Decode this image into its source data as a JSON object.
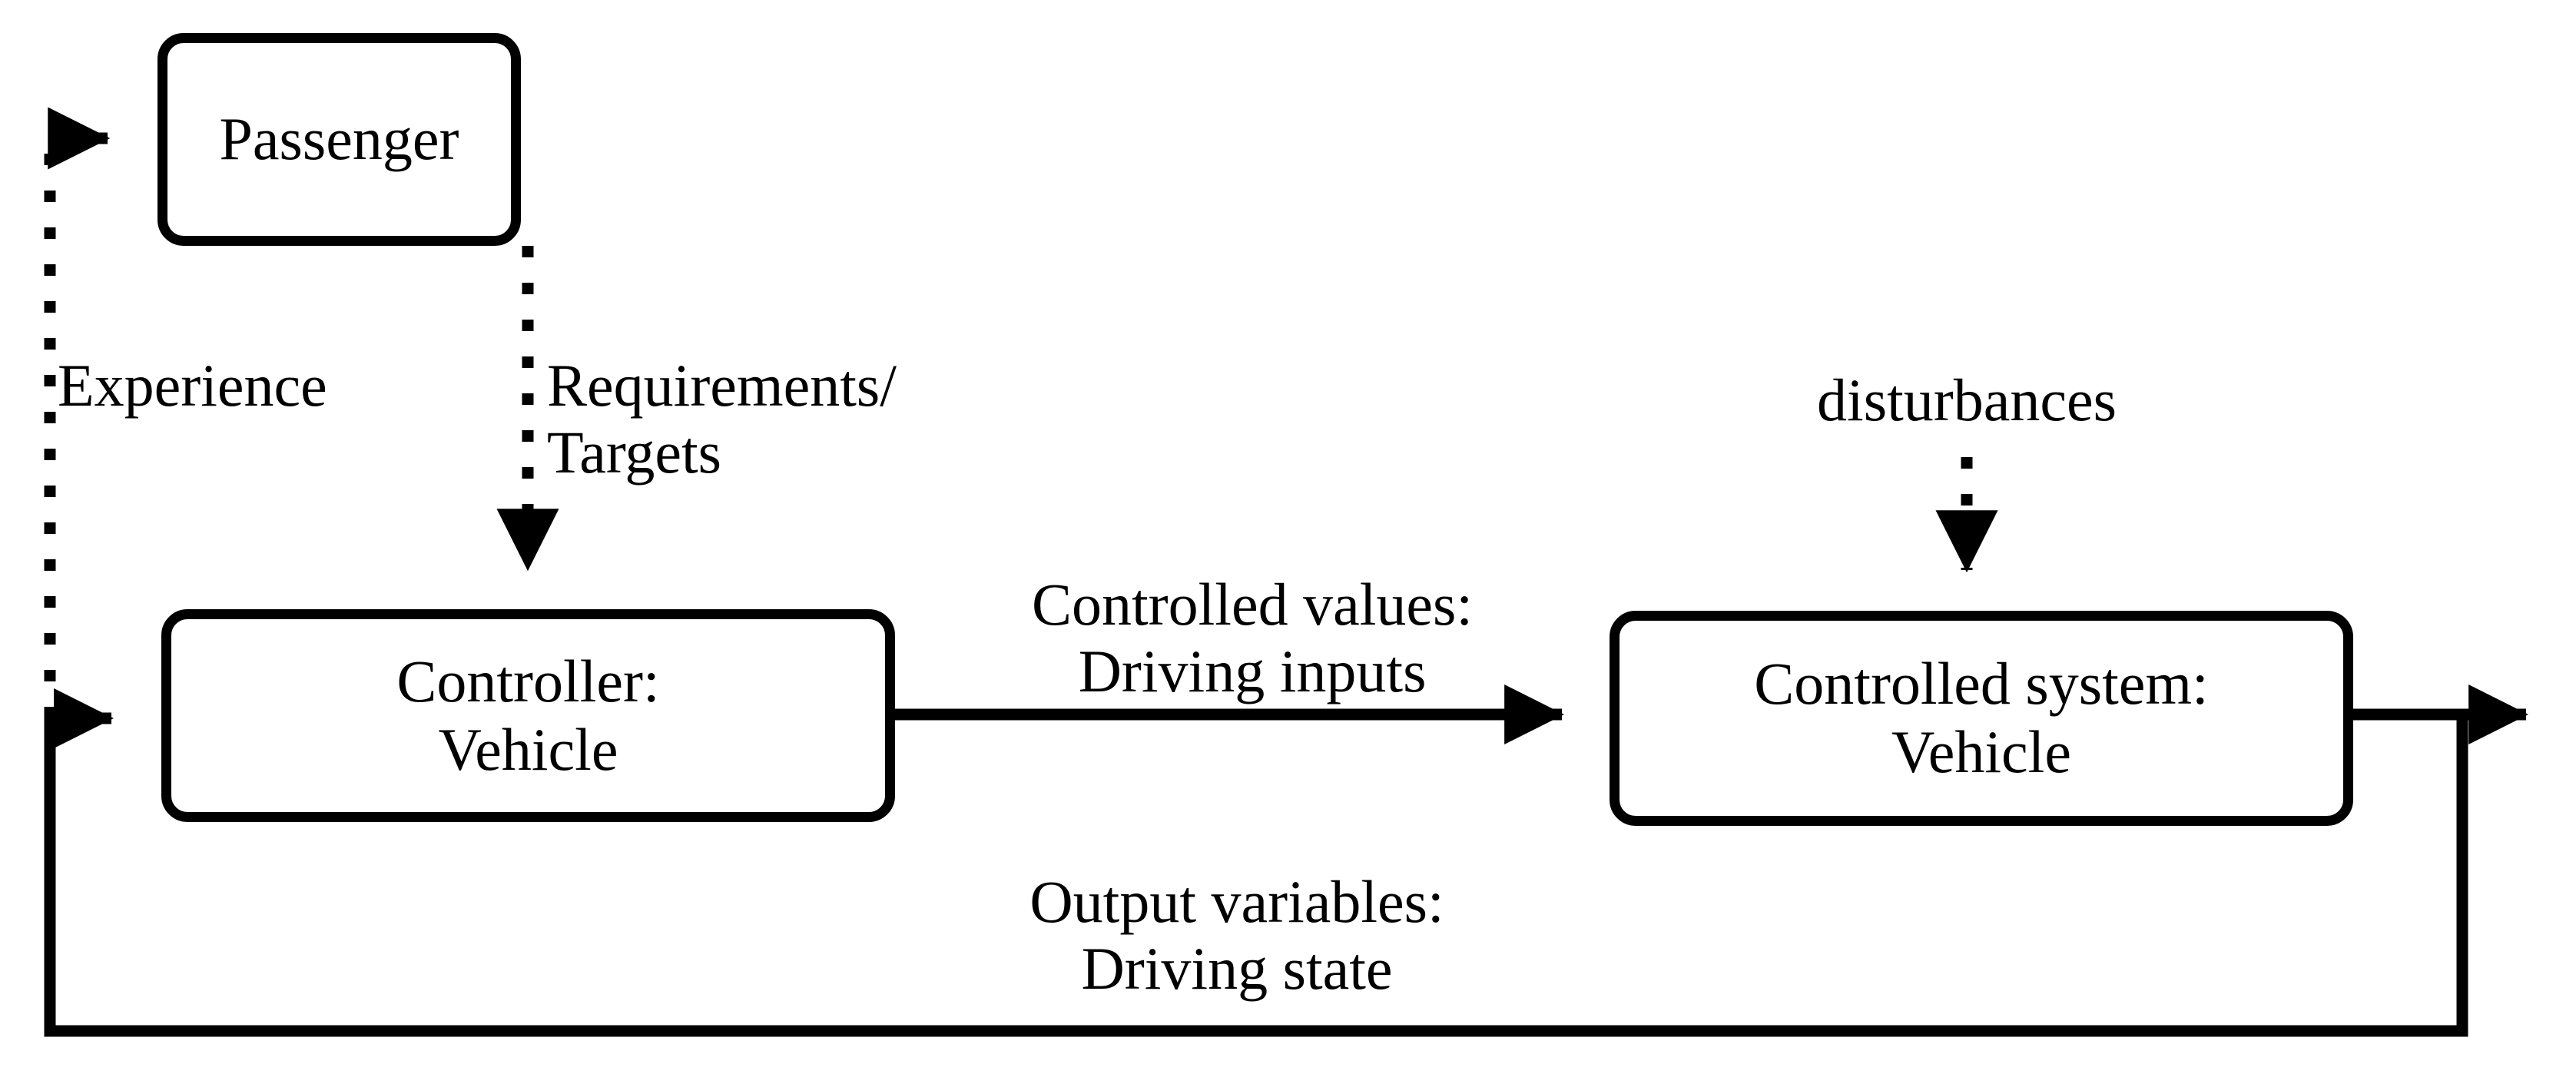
{
  "diagram": {
    "title": "Closed-loop control diagram: Passenger, Controller Vehicle, Controlled system Vehicle",
    "colors": {
      "stroke": "#000000",
      "background": "#ffffff",
      "text": "#000000"
    },
    "nodes": [
      {
        "id": "passenger",
        "lines": [
          "Passenger"
        ]
      },
      {
        "id": "controller",
        "lines": [
          "Controller:",
          "Vehicle"
        ]
      },
      {
        "id": "controlled-system",
        "lines": [
          "Controlled system:",
          "Vehicle"
        ]
      }
    ],
    "edge_labels": [
      {
        "id": "experience",
        "lines": [
          "Experience"
        ],
        "style": "dotted"
      },
      {
        "id": "requirements-targets",
        "lines": [
          "Requirements/",
          "Targets"
        ],
        "style": "dotted"
      },
      {
        "id": "disturbances",
        "lines": [
          "disturbances"
        ],
        "style": "dotted"
      },
      {
        "id": "controlled-values",
        "lines": [
          "Controlled values:",
          "Driving inputs"
        ],
        "style": "solid"
      },
      {
        "id": "output-variables",
        "lines": [
          "Output variables:",
          "Driving state"
        ],
        "style": "solid"
      }
    ]
  }
}
